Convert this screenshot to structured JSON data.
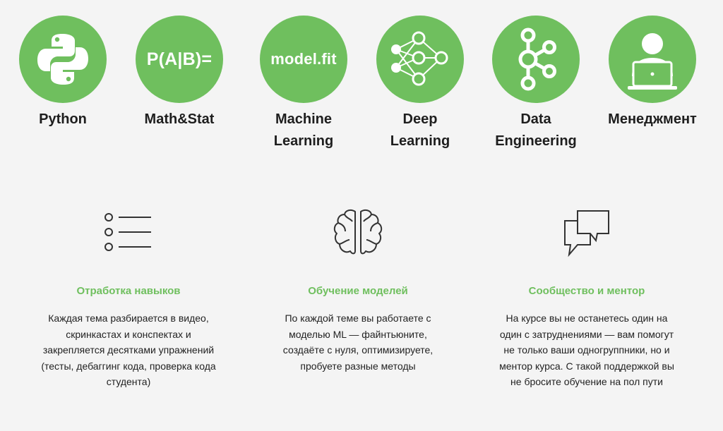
{
  "colors": {
    "accent": "#6fbf5e",
    "background": "#f4f4f4",
    "text": "#222222"
  },
  "topics": [
    {
      "icon": "python-logo-icon",
      "label": "Python"
    },
    {
      "icon_text": "P(A|B)=",
      "label": "Math&Stat"
    },
    {
      "icon_text": "model.fit",
      "label": "Machine\nLearning"
    },
    {
      "icon": "neural-network-icon",
      "label": "Deep\nLearning"
    },
    {
      "icon": "kafka-icon",
      "label": "Data\nEngineering"
    },
    {
      "icon": "person-laptop-icon",
      "label": "Менеджмент"
    }
  ],
  "features": [
    {
      "icon": "list-icon",
      "title": "Отработка навыков",
      "description": "Каждая тема разбирается в видео,\nскринкастах и конспектах и\nзакрепляется десятками упражнений\n(тесты, дебаггинг кода, проверка кода\nстудента)"
    },
    {
      "icon": "brain-icon",
      "title": "Обучение моделей",
      "description": "По каждой теме вы работаете с\nмоделью ML — файнтьюните,\nсоздаёте с нуля, оптимизируете,\nпробуете разные методы"
    },
    {
      "icon": "chat-bubbles-icon",
      "title": "Сообщество и ментор",
      "description": "На курсе вы не останетесь один на\nодин с затруднениями — вам помогут\nне только ваши одногруппники, но и\nментор курса. С такой поддержкой вы\nне бросите обучение на пол пути"
    }
  ]
}
